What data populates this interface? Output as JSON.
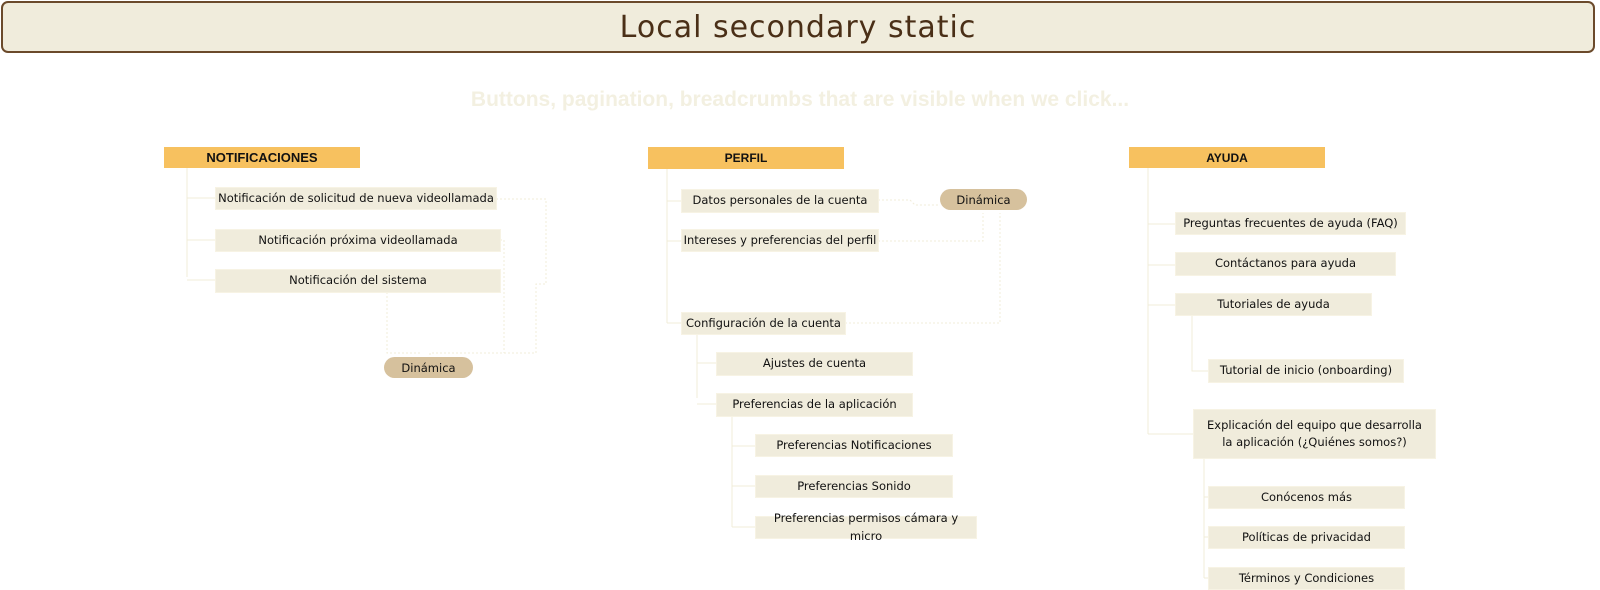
{
  "header": {
    "title": "Local secondary static"
  },
  "subtitle": "Buttons, pagination, breadcrumbs that are visible when we click...",
  "colors": {
    "header_bg": "#f0ecdc",
    "header_border": "#6b4a2b",
    "root_bg": "#f7c15f",
    "node_bg": "#f0ecdc",
    "pill_bg": "#d6c19d",
    "subtitle": "#f3f0e1"
  },
  "notificaciones": {
    "title": "NOTIFICACIONES",
    "items": [
      "Notificación de solicitud de nueva videollamada",
      "Notificación próxima videollamada",
      "Notificación del sistema"
    ],
    "dynamic_label": "Dinámica"
  },
  "perfil": {
    "title": "PERFIL",
    "items": [
      "Datos personales de la cuenta",
      "Intereses y preferencias del perfil",
      "Configuración de la cuenta"
    ],
    "config_children": [
      "Ajustes de cuenta",
      "Preferencias de la aplicación"
    ],
    "app_pref_children": [
      "Preferencias Notificaciones",
      "Preferencias Sonido",
      "Preferencias permisos cámara y micro"
    ],
    "dynamic_label": "Dinámica"
  },
  "ayuda": {
    "title": "AYUDA",
    "items": [
      "Preguntas frecuentes de ayuda (FAQ)",
      "Contáctanos para ayuda",
      "Tutoriales de ayuda",
      "Explicación del equipo que desarrolla la aplicación (¿Quiénes somos?)"
    ],
    "tutorial_children": [
      "Tutorial de inicio (onboarding)"
    ],
    "team_children": [
      "Conócenos más",
      "Políticas de privacidad",
      "Términos y Condiciones"
    ]
  }
}
